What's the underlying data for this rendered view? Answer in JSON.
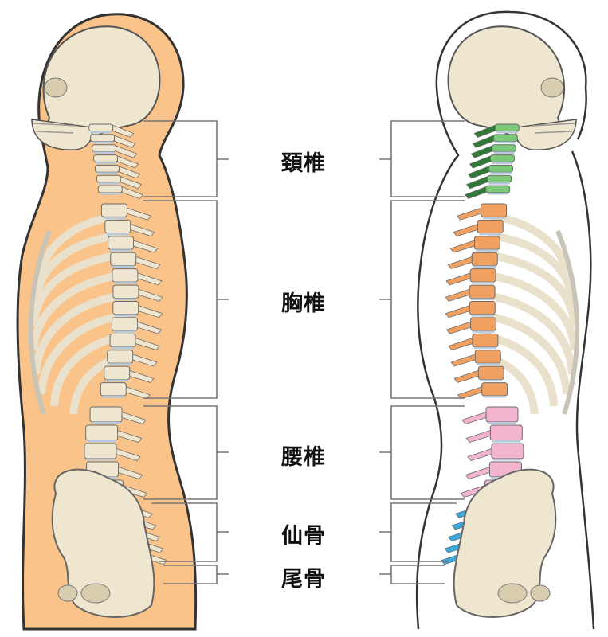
{
  "labels": {
    "cervical": "頚椎",
    "thoracic": "胸椎",
    "lumbar": "腰椎",
    "sacrum": "仙骨",
    "coccyx": "尾骨"
  },
  "colors": {
    "body_fill": "#f9c389",
    "outline": "#333333",
    "bone": "#efe6cf",
    "bone_dark": "#d9cdb0",
    "disc": "#b7c9dd",
    "bracket": "#777777",
    "cervical": "#7dc97a",
    "cervical_dark": "#2e7a36",
    "thoracic": "#f0a060",
    "lumbar": "#f2b4cf",
    "sacrum": "#39a9e0",
    "coccyx": "#c58ad6"
  }
}
